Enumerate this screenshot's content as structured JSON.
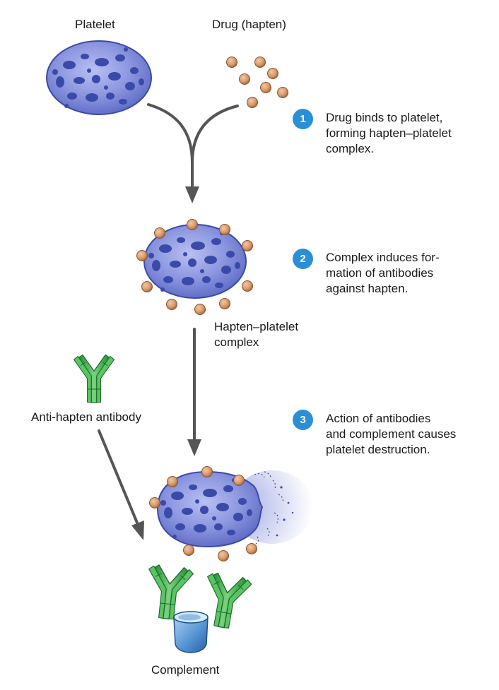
{
  "labels": {
    "platelet": "Platelet",
    "drug": "Drug (hapten)",
    "complex_line1": "Hapten–platelet",
    "complex_line2": "complex",
    "antibody": "Anti-hapten antibody",
    "complement": "Complement"
  },
  "steps": [
    {
      "number": "1",
      "text": "Drug binds to platelet,\nforming hapten–platelet\ncomplex."
    },
    {
      "number": "2",
      "text": "Complex induces for-\nmation of antibodies\nagainst hapten."
    },
    {
      "number": "3",
      "text": "Action of antibodies\nand complement causes\nplatelet destruction."
    }
  ],
  "colors": {
    "step_badge": "#2b8fd6",
    "platelet_fill": "#8a95de",
    "platelet_spots": "#3a4aa8",
    "hapten": "#d9996a",
    "antibody": "#3fb54a",
    "arrow": "#555555",
    "complement": "#4f8fd0"
  },
  "icons": {
    "platelet": "platelet-cell-icon",
    "hapten": "hapten-bead-icon",
    "antibody": "y-antibody-icon",
    "complement": "complement-cup-icon"
  }
}
